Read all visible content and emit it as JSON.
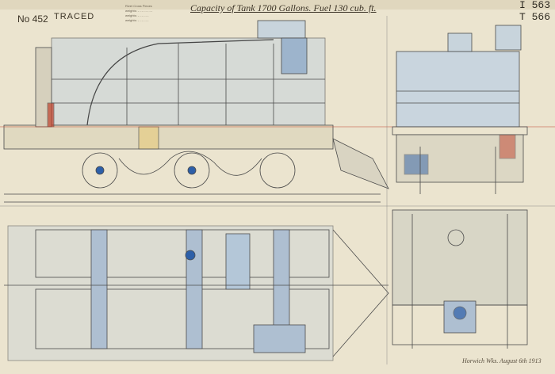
{
  "sheet": {
    "number": "No 452",
    "stamp": "TRACED",
    "title": "Capacity of Tank 1700 Gallons. Fuel 130 cub. ft.",
    "drawing_refs": [
      "I 563",
      "T 566"
    ],
    "signature": "Horwich Wks. August 6th 1913",
    "notes": [
      "Rivet Cross Pieces",
      "weights: - - - - - - - -",
      "weights: - - - - - -",
      "weights: - - - - - -"
    ]
  },
  "colors": {
    "paper": "#ebe4cf",
    "ink": "#4a4a4a",
    "blue_wash": "#b9c9d8",
    "blue": "#2d5fa8",
    "red": "#c0402a",
    "yellow": "#e5cf8c"
  }
}
